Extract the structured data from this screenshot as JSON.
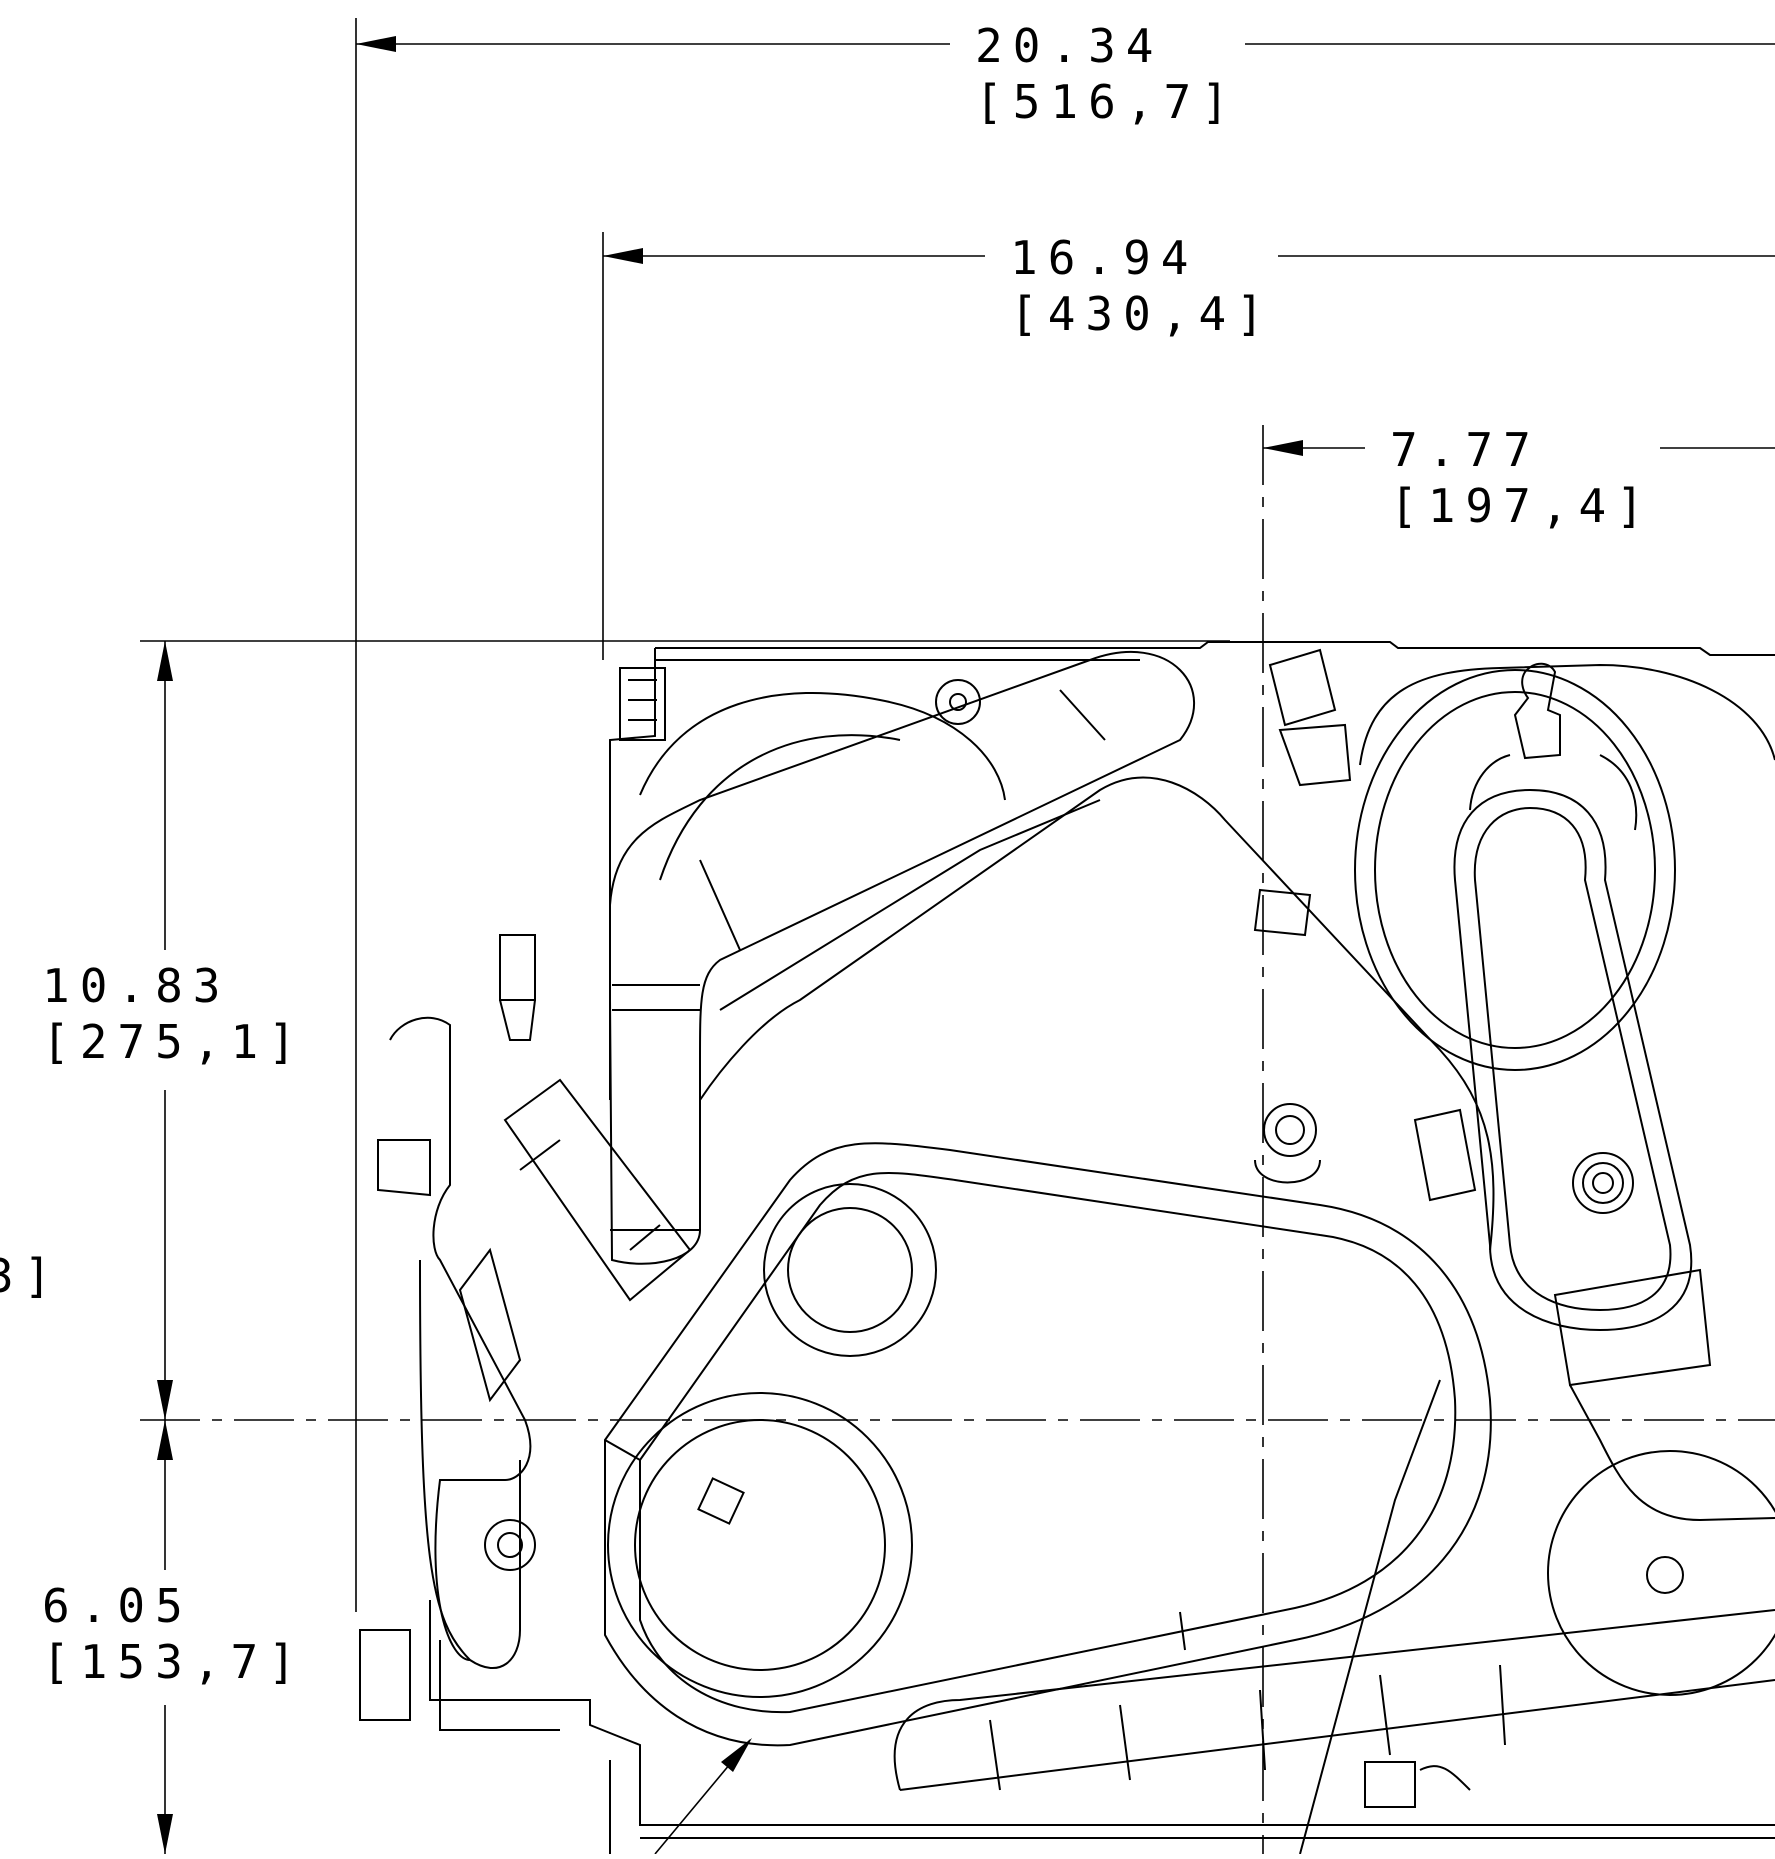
{
  "dimensions": {
    "overall_width": {
      "inch": "20.34",
      "mm": "[516,7]"
    },
    "mid_width": {
      "inch": "16.94",
      "mm": "[430,4]"
    },
    "center_offset": {
      "inch": "7.77",
      "mm": "[197,4]"
    },
    "upper_height": {
      "inch": "10.83",
      "mm": "[275,1]"
    },
    "lower_height": {
      "inch": "6.05",
      "mm": "[153,7]"
    },
    "clipped_left": "3]"
  }
}
